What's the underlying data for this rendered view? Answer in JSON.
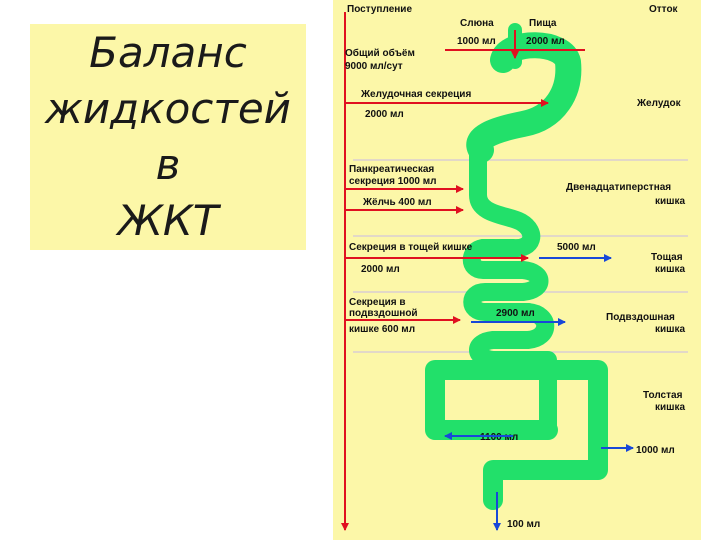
{
  "title": "Баланс\nжидкостей в\nЖКТ",
  "header": {
    "inflow": "Поступление",
    "outflow": "Отток"
  },
  "sources": {
    "saliva": {
      "name": "Слюна",
      "amount": "1000 мл"
    },
    "food": {
      "name": "Пища",
      "amount": "2000 мл"
    }
  },
  "total": {
    "line1": "Общий объём",
    "line2": "9000 мл/сут"
  },
  "secretions": {
    "gastric": {
      "line1": "Желудочная секреция",
      "amount": "2000 мл"
    },
    "pancreatic": {
      "line1": "Панкреатическая",
      "line2": "секреция 1000 мл"
    },
    "bile": {
      "line1": "Жёлчь 400 мл"
    },
    "jejunal": {
      "line1": "Секреция в тощей кишке",
      "amount": "2000 мл"
    },
    "ileal": {
      "line1": "Секреция в",
      "line2": "подвздошной",
      "line3": "кишке 600 мл"
    }
  },
  "absorption": {
    "jejunum": "5000 мл",
    "ileum": "2900 мл",
    "colon_inner": "1100 мл",
    "colon_outer": "1000 мл",
    "feces": "100 мл"
  },
  "organs": {
    "stomach": "Желудок",
    "duodenum_1": "Двенадцатиперстная",
    "duodenum_2": "кишка",
    "jejunum_1": "Тощая",
    "jejunum_2": "кишка",
    "ileum_1": "Подвздошная",
    "ileum_2": "кишка",
    "colon_1": "Толстая",
    "colon_2": "кишка"
  },
  "colors": {
    "panel": "#fcf7a8",
    "gut": "#22e06a",
    "inflow_arrow": "#e01020",
    "outflow_arrow": "#1848d8",
    "title": "#1a1a1a"
  }
}
